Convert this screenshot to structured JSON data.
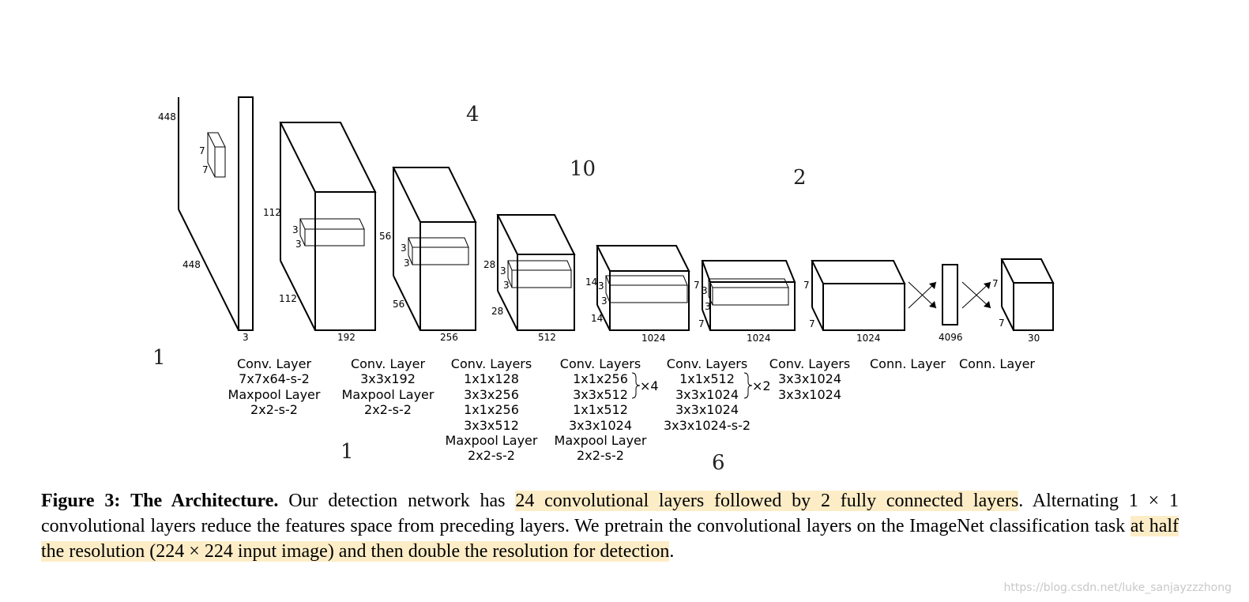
{
  "diagram": {
    "input_dims": [
      "448",
      "448",
      "3",
      "7",
      "7"
    ],
    "blocks": [
      {
        "dims": [
          "112",
          "112",
          "192",
          "3",
          "3"
        ],
        "caption": [
          "Conv. Layer",
          "7x7x64-s-2",
          "Maxpool Layer",
          "2x2-s-2"
        ]
      },
      {
        "dims": [
          "56",
          "56",
          "256",
          "3",
          "3"
        ],
        "caption": [
          "Conv. Layer",
          "3x3x192",
          "Maxpool Layer",
          "2x2-s-2"
        ]
      },
      {
        "dims": [
          "28",
          "28",
          "512",
          "3",
          "3"
        ],
        "caption": [
          "Conv. Layers",
          "1x1x128",
          "3x3x256",
          "1x1x256",
          "3x3x512",
          "Maxpool Layer",
          "2x2-s-2"
        ]
      },
      {
        "dims": [
          "14",
          "14",
          "1024",
          "3",
          "3"
        ],
        "caption": [
          "Conv. Layers",
          "1x1x256",
          "3x3x512",
          "1x1x512",
          "3x3x1024",
          "Maxpool Layer",
          "2x2-s-2"
        ],
        "multiplier": "×4"
      },
      {
        "dims": [
          "7",
          "7",
          "1024",
          "3",
          "3"
        ],
        "caption": [
          "Conv. Layers",
          "1x1x512",
          "3x3x1024",
          "3x3x1024",
          "3x3x1024-s-2"
        ],
        "multiplier": "×2"
      },
      {
        "dims": [
          "7",
          "7",
          "1024"
        ],
        "caption": [
          "Conv. Layers",
          "3x3x1024",
          "3x3x1024"
        ]
      },
      {
        "dims": [
          "4096"
        ],
        "caption": [
          "Conn. Layer"
        ]
      },
      {
        "dims": [
          "7",
          "7",
          "30"
        ],
        "caption": [
          "Conn. Layer"
        ]
      }
    ],
    "annotations": [
      "4",
      "10",
      "2",
      "1",
      "1",
      "6"
    ]
  },
  "caption": {
    "figure": "Figure 3:",
    "title": "The Architecture.",
    "part1": "Our detection network has",
    "highlight1": "24 convolutional layers followed by 2 fully connected layers",
    "part2": ". Alternating 1 × 1 convolutional layers reduce the features space from preceding layers. We pretrain the convolutional layers on the ImageNet classification task",
    "highlight2": "at half the resolution (224 × 224 input image) and then double the resolution for detection",
    "part3": "."
  },
  "watermark": "https://blog.csdn.net/luke_sanjayzzzhong"
}
